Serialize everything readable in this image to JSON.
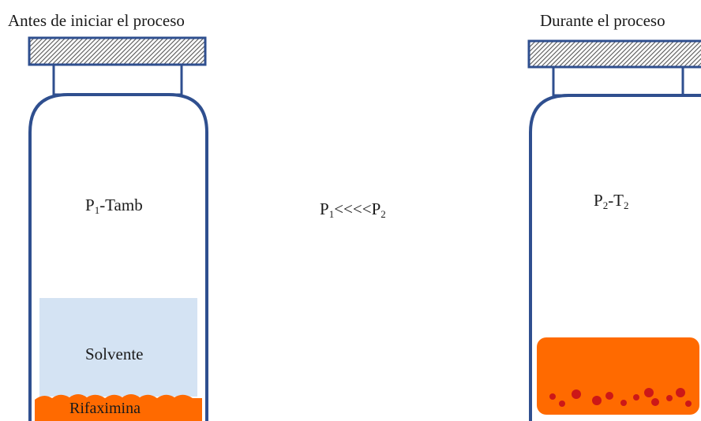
{
  "panels": {
    "before": {
      "title": "Antes de iniciar el proceso",
      "state": {
        "p": "P",
        "p_sub": "1",
        "t": "-Tamb"
      },
      "solvent": "Solvente",
      "solute": "Rifaximina"
    },
    "during": {
      "title": "Durante el proceso",
      "state": {
        "p": "P",
        "p_sub": "2",
        "t1": "-T",
        "t_sub": "2"
      }
    }
  },
  "relation": {
    "a": "P",
    "a_sub": "1",
    "op": "<<<<",
    "b": "P",
    "b_sub": "2"
  },
  "colors": {
    "vial_outline": "#2f4f8f",
    "solvent": "#dce9f6",
    "solute": "#ff6a00",
    "particles": "#cc1818",
    "cap_hatch": "#555555"
  }
}
